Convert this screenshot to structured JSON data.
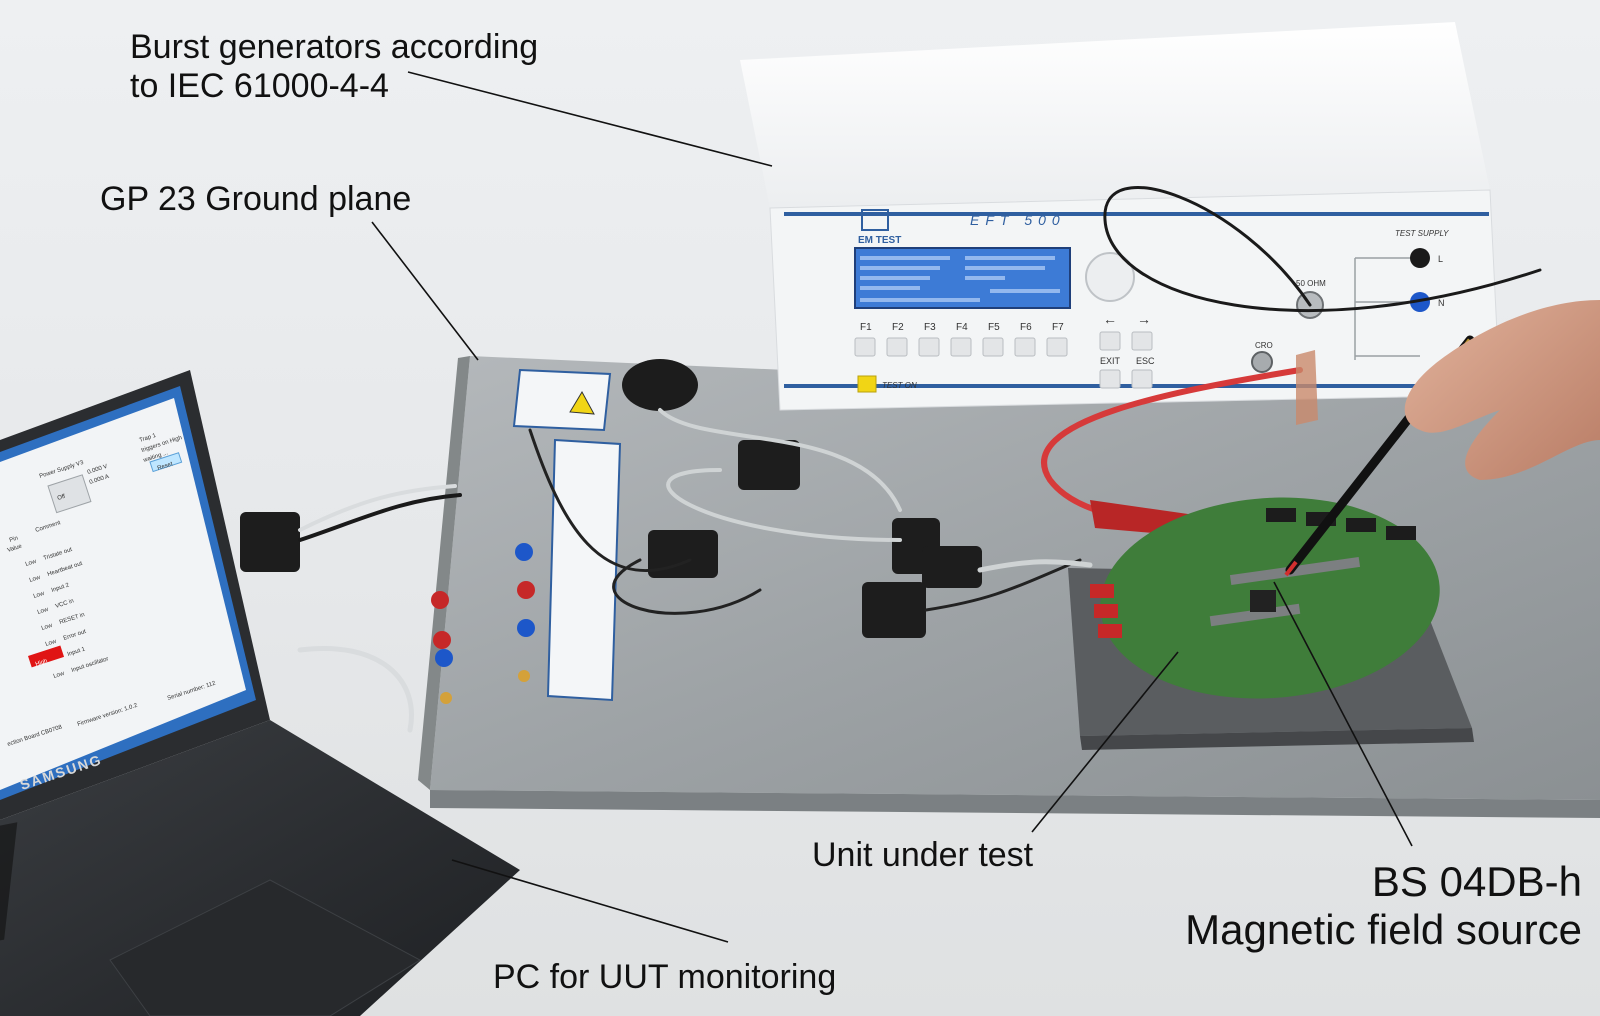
{
  "captions": {
    "burst_line1": "Burst generators according",
    "burst_line2": "to IEC 61000-4-4",
    "ground_plane": "GP 23 Ground plane",
    "unit_under_test": "Unit under test",
    "probe_line1": "BS 04DB-h",
    "probe_line2": "Magnetic field source",
    "pc": "PC for UUT monitoring"
  },
  "generator": {
    "brand": "EM TEST",
    "model": "EFT 500",
    "function_keys": [
      "F1",
      "F2",
      "F3",
      "F4",
      "F5",
      "F6",
      "F7"
    ],
    "exit_label": "EXIT",
    "esc_label": "ESC",
    "test_on_label": "TEST ON",
    "cro_label": "CRO",
    "ohm_label": "50 OHM",
    "test_supply_label": "TEST SUPPLY",
    "l_label": "L",
    "n_label": "N"
  },
  "laptop": {
    "brand": "SAMSUNG",
    "power_supply": "Power Supply V3",
    "off_button": "Off",
    "voltage": "0.000 V",
    "current": "0.000 A",
    "trap": "Trap 1",
    "trigger": "triggers on High",
    "waiting": "waiting ...",
    "reset_button": "Reset",
    "pin_header": "Pin",
    "value_header": "Value",
    "comment_header": "Comment",
    "rows": [
      {
        "value": "Low",
        "comment": "Tristate out"
      },
      {
        "value": "Low",
        "comment": "Heartbeat out"
      },
      {
        "value": "Low",
        "comment": "Input 2"
      },
      {
        "value": "Low",
        "comment": "VCC in"
      },
      {
        "value": "Low",
        "comment": "RESET in"
      },
      {
        "value": "Low",
        "comment": "Error out"
      },
      {
        "value": "High",
        "comment": "Input 1"
      },
      {
        "value": "Low",
        "comment": "Input oscillator"
      }
    ],
    "board": "ection Board CB0708",
    "firmware": "Firmware version: 1.0.2",
    "serial": "Serial number: 112"
  },
  "colors": {
    "generator_body": "#f6f7f8",
    "panel_blue": "#2f5fa0",
    "lcd": "#3d7bd6",
    "ground_plane": "#9a9fa3",
    "pcb": "#3f7d3a",
    "foam": "#55585b",
    "laptop": "#2b2d30",
    "screen_blue": "#2e6fc0"
  }
}
